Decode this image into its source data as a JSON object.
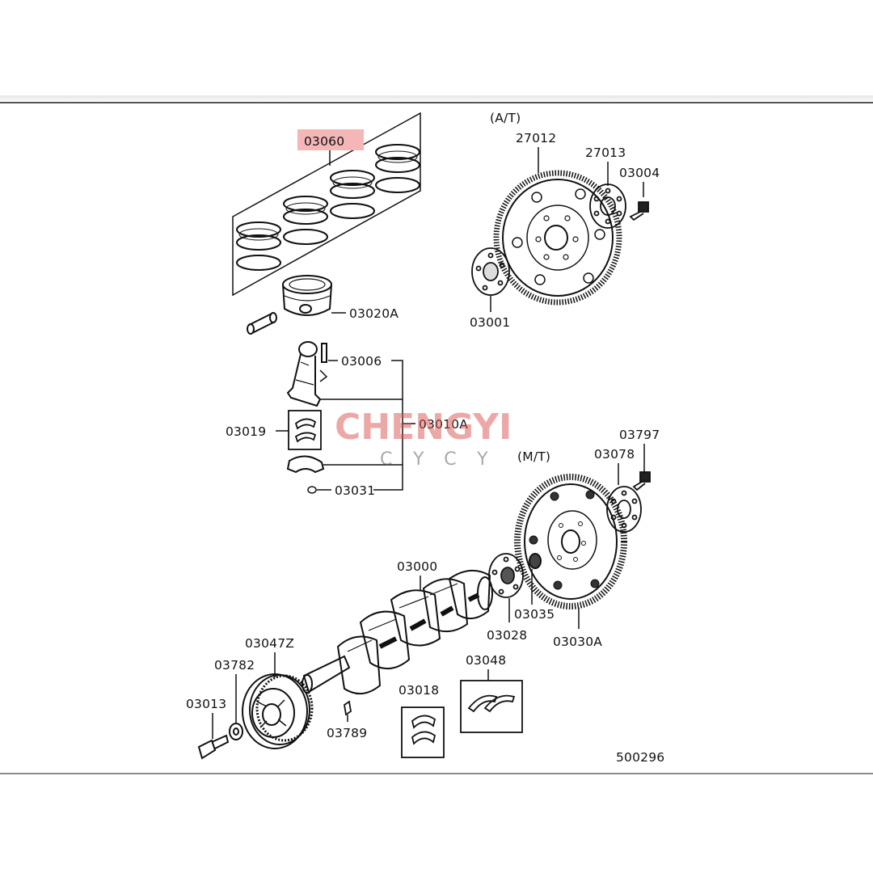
{
  "diagram": {
    "variant_labels": {
      "automatic": "(A/T)",
      "manual": "(M/T)"
    },
    "highlight_color": "#f4b6b6",
    "watermark": {
      "main": "CHENGYI",
      "sub": "CYCY",
      "color": "#d9534f"
    },
    "drawing_number": "500296",
    "parts": [
      {
        "id": "03060",
        "highlighted": true
      },
      {
        "id": "03020A"
      },
      {
        "id": "03006"
      },
      {
        "id": "03010A"
      },
      {
        "id": "03019"
      },
      {
        "id": "03031"
      },
      {
        "id": "27012"
      },
      {
        "id": "27013"
      },
      {
        "id": "03004"
      },
      {
        "id": "03001"
      },
      {
        "id": "03797"
      },
      {
        "id": "03078"
      },
      {
        "id": "03000"
      },
      {
        "id": "03035"
      },
      {
        "id": "03028"
      },
      {
        "id": "03030A"
      },
      {
        "id": "03047Z"
      },
      {
        "id": "03782"
      },
      {
        "id": "03013"
      },
      {
        "id": "03789"
      },
      {
        "id": "03018"
      },
      {
        "id": "03048"
      }
    ]
  }
}
